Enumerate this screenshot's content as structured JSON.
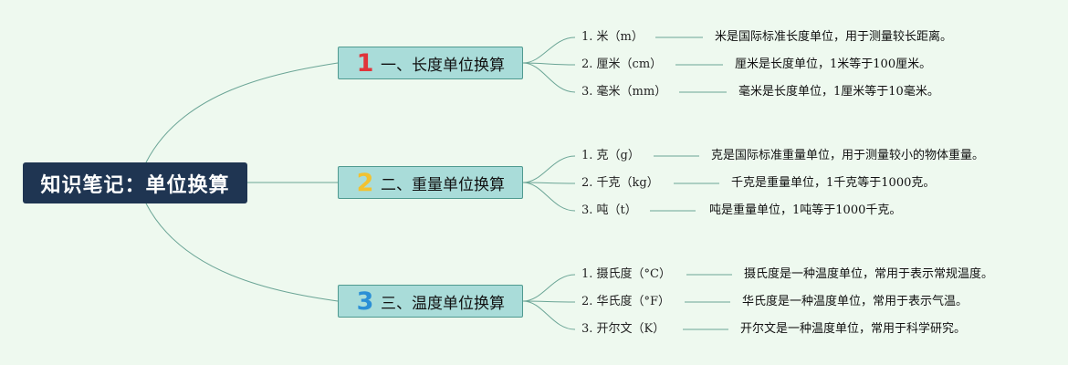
{
  "root": {
    "title": "知识笔记：单位换算"
  },
  "branches": [
    {
      "number": "1",
      "number_color": "#e0343b",
      "label": "一、长度单位换算",
      "items": [
        {
          "term": "1. 米（m）",
          "desc": "米是国际标准长度单位，用于测量较长距离。"
        },
        {
          "term": "2. 厘米（cm）",
          "desc": "厘米是长度单位，1米等于100厘米。"
        },
        {
          "term": "3. 毫米（mm）",
          "desc": "毫米是长度单位，1厘米等于10毫米。"
        }
      ]
    },
    {
      "number": "2",
      "number_color": "#f2c230",
      "label": "二、重量单位换算",
      "items": [
        {
          "term": "1. 克（g）",
          "desc": "克是国际标准重量单位，用于测量较小的物体重量。"
        },
        {
          "term": "2. 千克（kg）",
          "desc": "千克是重量单位，1千克等于1000克。"
        },
        {
          "term": "3. 吨（t）",
          "desc": "吨是重量单位，1吨等于1000千克。"
        }
      ]
    },
    {
      "number": "3",
      "number_color": "#2b8fd6",
      "label": "三、温度单位换算",
      "items": [
        {
          "term": "1. 摄氏度（°C）",
          "desc": "摄氏度是一种温度单位，常用于表示常规温度。"
        },
        {
          "term": "2. 华氏度（°F）",
          "desc": "华氏度是一种温度单位，常用于表示气温。"
        },
        {
          "term": "3. 开尔文（K）",
          "desc": "开尔文是一种温度单位，常用于科学研究。"
        }
      ]
    }
  ],
  "colors": {
    "connector": "#6ba596",
    "root_bg": "#1f3552",
    "branch_bg": "#a9dcd9"
  }
}
